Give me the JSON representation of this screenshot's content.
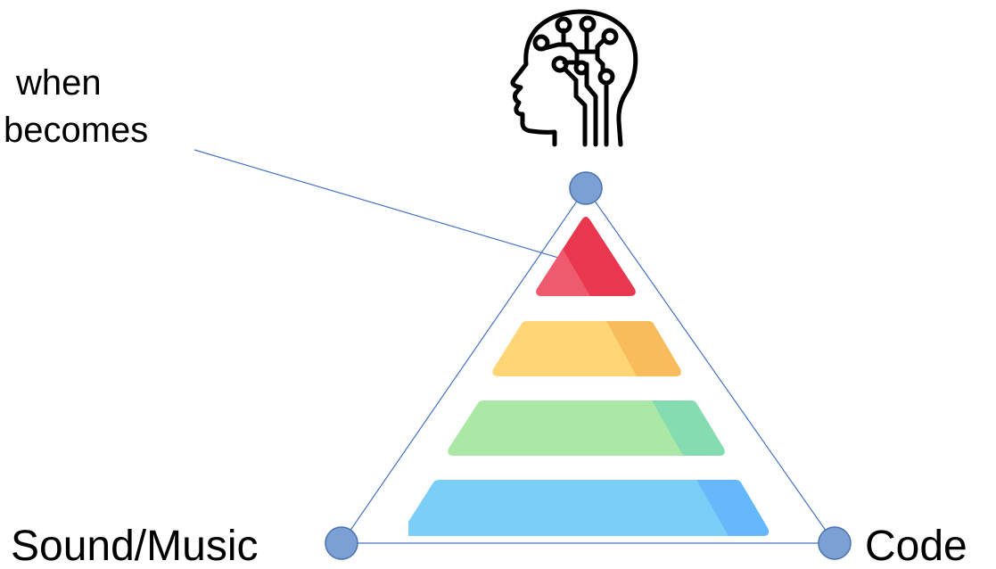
{
  "annotation": {
    "line1": "when",
    "line2": "becomes"
  },
  "labels": {
    "left": "Sound/Music",
    "right": "Code"
  },
  "icon": "brain-circuit-head-icon",
  "colors": {
    "outline": "#4472c4",
    "node_fill": "#7aa0d4",
    "node_stroke": "#4a72b0",
    "tier_red": "#e8374f",
    "tier_red_light": "#ef5b6e",
    "tier_yellow": "#ffd576",
    "tier_yellow_dark": "#f9bc5c",
    "tier_green": "#abe8a6",
    "tier_green_dark": "#85dcb0",
    "tier_blue": "#7acef7",
    "tier_blue_dark": "#65b8fb"
  }
}
